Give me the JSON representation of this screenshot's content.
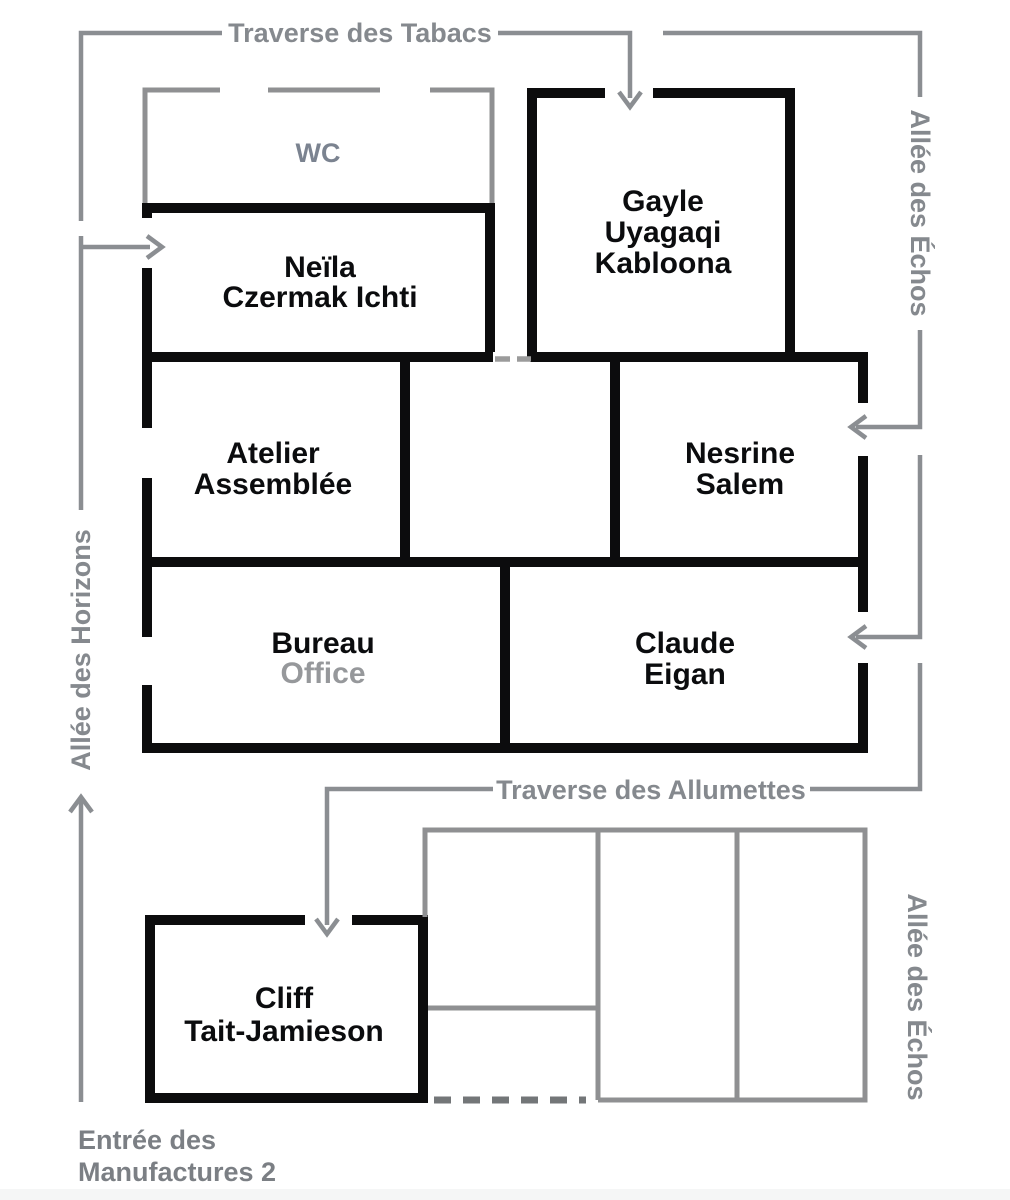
{
  "streets": {
    "tabacs": "Traverse des Tabacs",
    "allumettes": "Traverse des Allumettes",
    "echos_top": "Allée des Échos",
    "echos_bottom": "Allée des Échos",
    "horizons": "Allée des Horizons",
    "entrance_line1": "Entrée des",
    "entrance_line2": "Manufactures 2"
  },
  "rooms": {
    "wc": {
      "label": "WC"
    },
    "neila": {
      "lines": [
        "Neïla",
        "Czermak Ichti"
      ]
    },
    "gayle": {
      "lines": [
        "Gayle",
        "Uyagaqi",
        "Kabloona"
      ]
    },
    "atelier": {
      "lines": [
        "Atelier",
        "Assemblée"
      ]
    },
    "nesrine": {
      "lines": [
        "Nesrine",
        "Salem"
      ]
    },
    "bureau": {
      "label": "Bureau",
      "sublabel": "Office"
    },
    "claude": {
      "lines": [
        "Claude",
        "Eigan"
      ]
    },
    "cliff": {
      "lines": [
        "Cliff",
        "Tait-Jamieson"
      ]
    }
  },
  "colors": {
    "wall_black": "#0c0c0d",
    "building_gray": "#8f9092",
    "connector_gray": "#8b8e92",
    "street_text_gray": "#85898e",
    "wc_text_gray": "#7b8390",
    "office_text_gray": "#96989b",
    "entrance_text_gray": "#7b7f84",
    "dashed_opening_dark": "#737678",
    "dashed_opening_light": "#9b9b9b",
    "footer_strip": "#f5f6f6"
  }
}
